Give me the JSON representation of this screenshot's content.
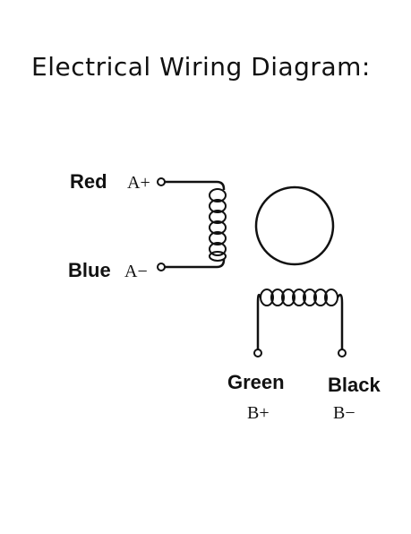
{
  "title": "Electrical Wiring Diagram:",
  "phase_a": {
    "wire_pos": "Red",
    "term_pos": "A+",
    "wire_neg": "Blue",
    "term_neg": "A−"
  },
  "phase_b": {
    "wire_pos": "Green",
    "term_pos": "B+",
    "wire_neg": "Black",
    "term_neg": "B−"
  },
  "colors": {
    "ink": "#111111",
    "background": "#ffffff"
  }
}
